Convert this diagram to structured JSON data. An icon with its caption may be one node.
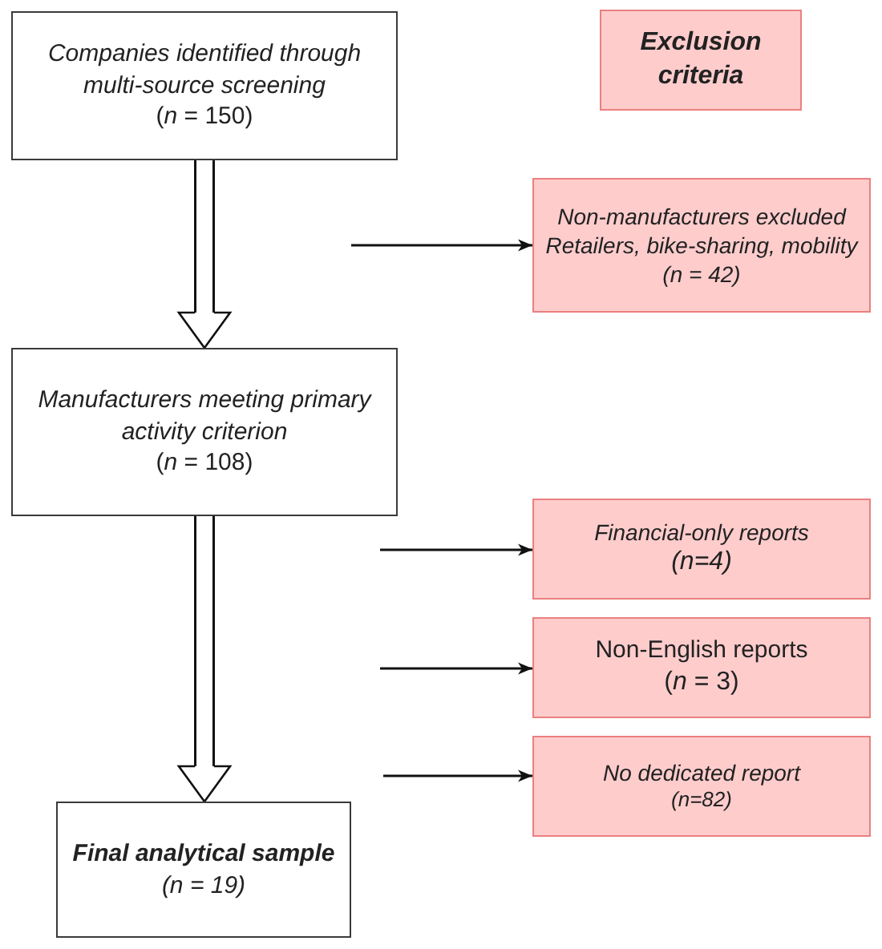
{
  "diagram": {
    "nodes": [
      {
        "text": [
          "Companies identified through multi-source screening",
          "(*n* = 150)"
        ]
      },
      {
        "text": [
          "Exclusion criteria"
        ]
      },
      {
        "text": [
          "Non-manufacturers excluded",
          "Retailers, bike-sharing, mobility",
          "(n = 42)"
        ]
      },
      {
        "text": [
          "Manufacturers meeting primary activity criterion",
          "(*n* = 108)"
        ]
      },
      {
        "text": [
          "Financial-only reports",
          "(n=4)"
        ]
      },
      {
        "text": [
          "Non-English reports",
          "(*n* = 3)"
        ]
      },
      {
        "text": [
          "No dedicated report",
          "(n=82)"
        ]
      },
      {
        "text": [
          "Final analytical sample",
          "(n = 19)"
        ]
      }
    ],
    "edges": [
      {
        "from": 0,
        "to": 3,
        "arrow": "to",
        "style": "thick"
      },
      {
        "from": null,
        "to": 2,
        "arrow": "to"
      },
      {
        "from": 3,
        "to": 7,
        "arrow": "to",
        "style": "thick"
      },
      {
        "from": null,
        "to": 4,
        "arrow": "to"
      },
      {
        "from": null,
        "to": 5,
        "arrow": "to"
      },
      {
        "from": null,
        "to": 6,
        "arrow": "to"
      }
    ]
  }
}
